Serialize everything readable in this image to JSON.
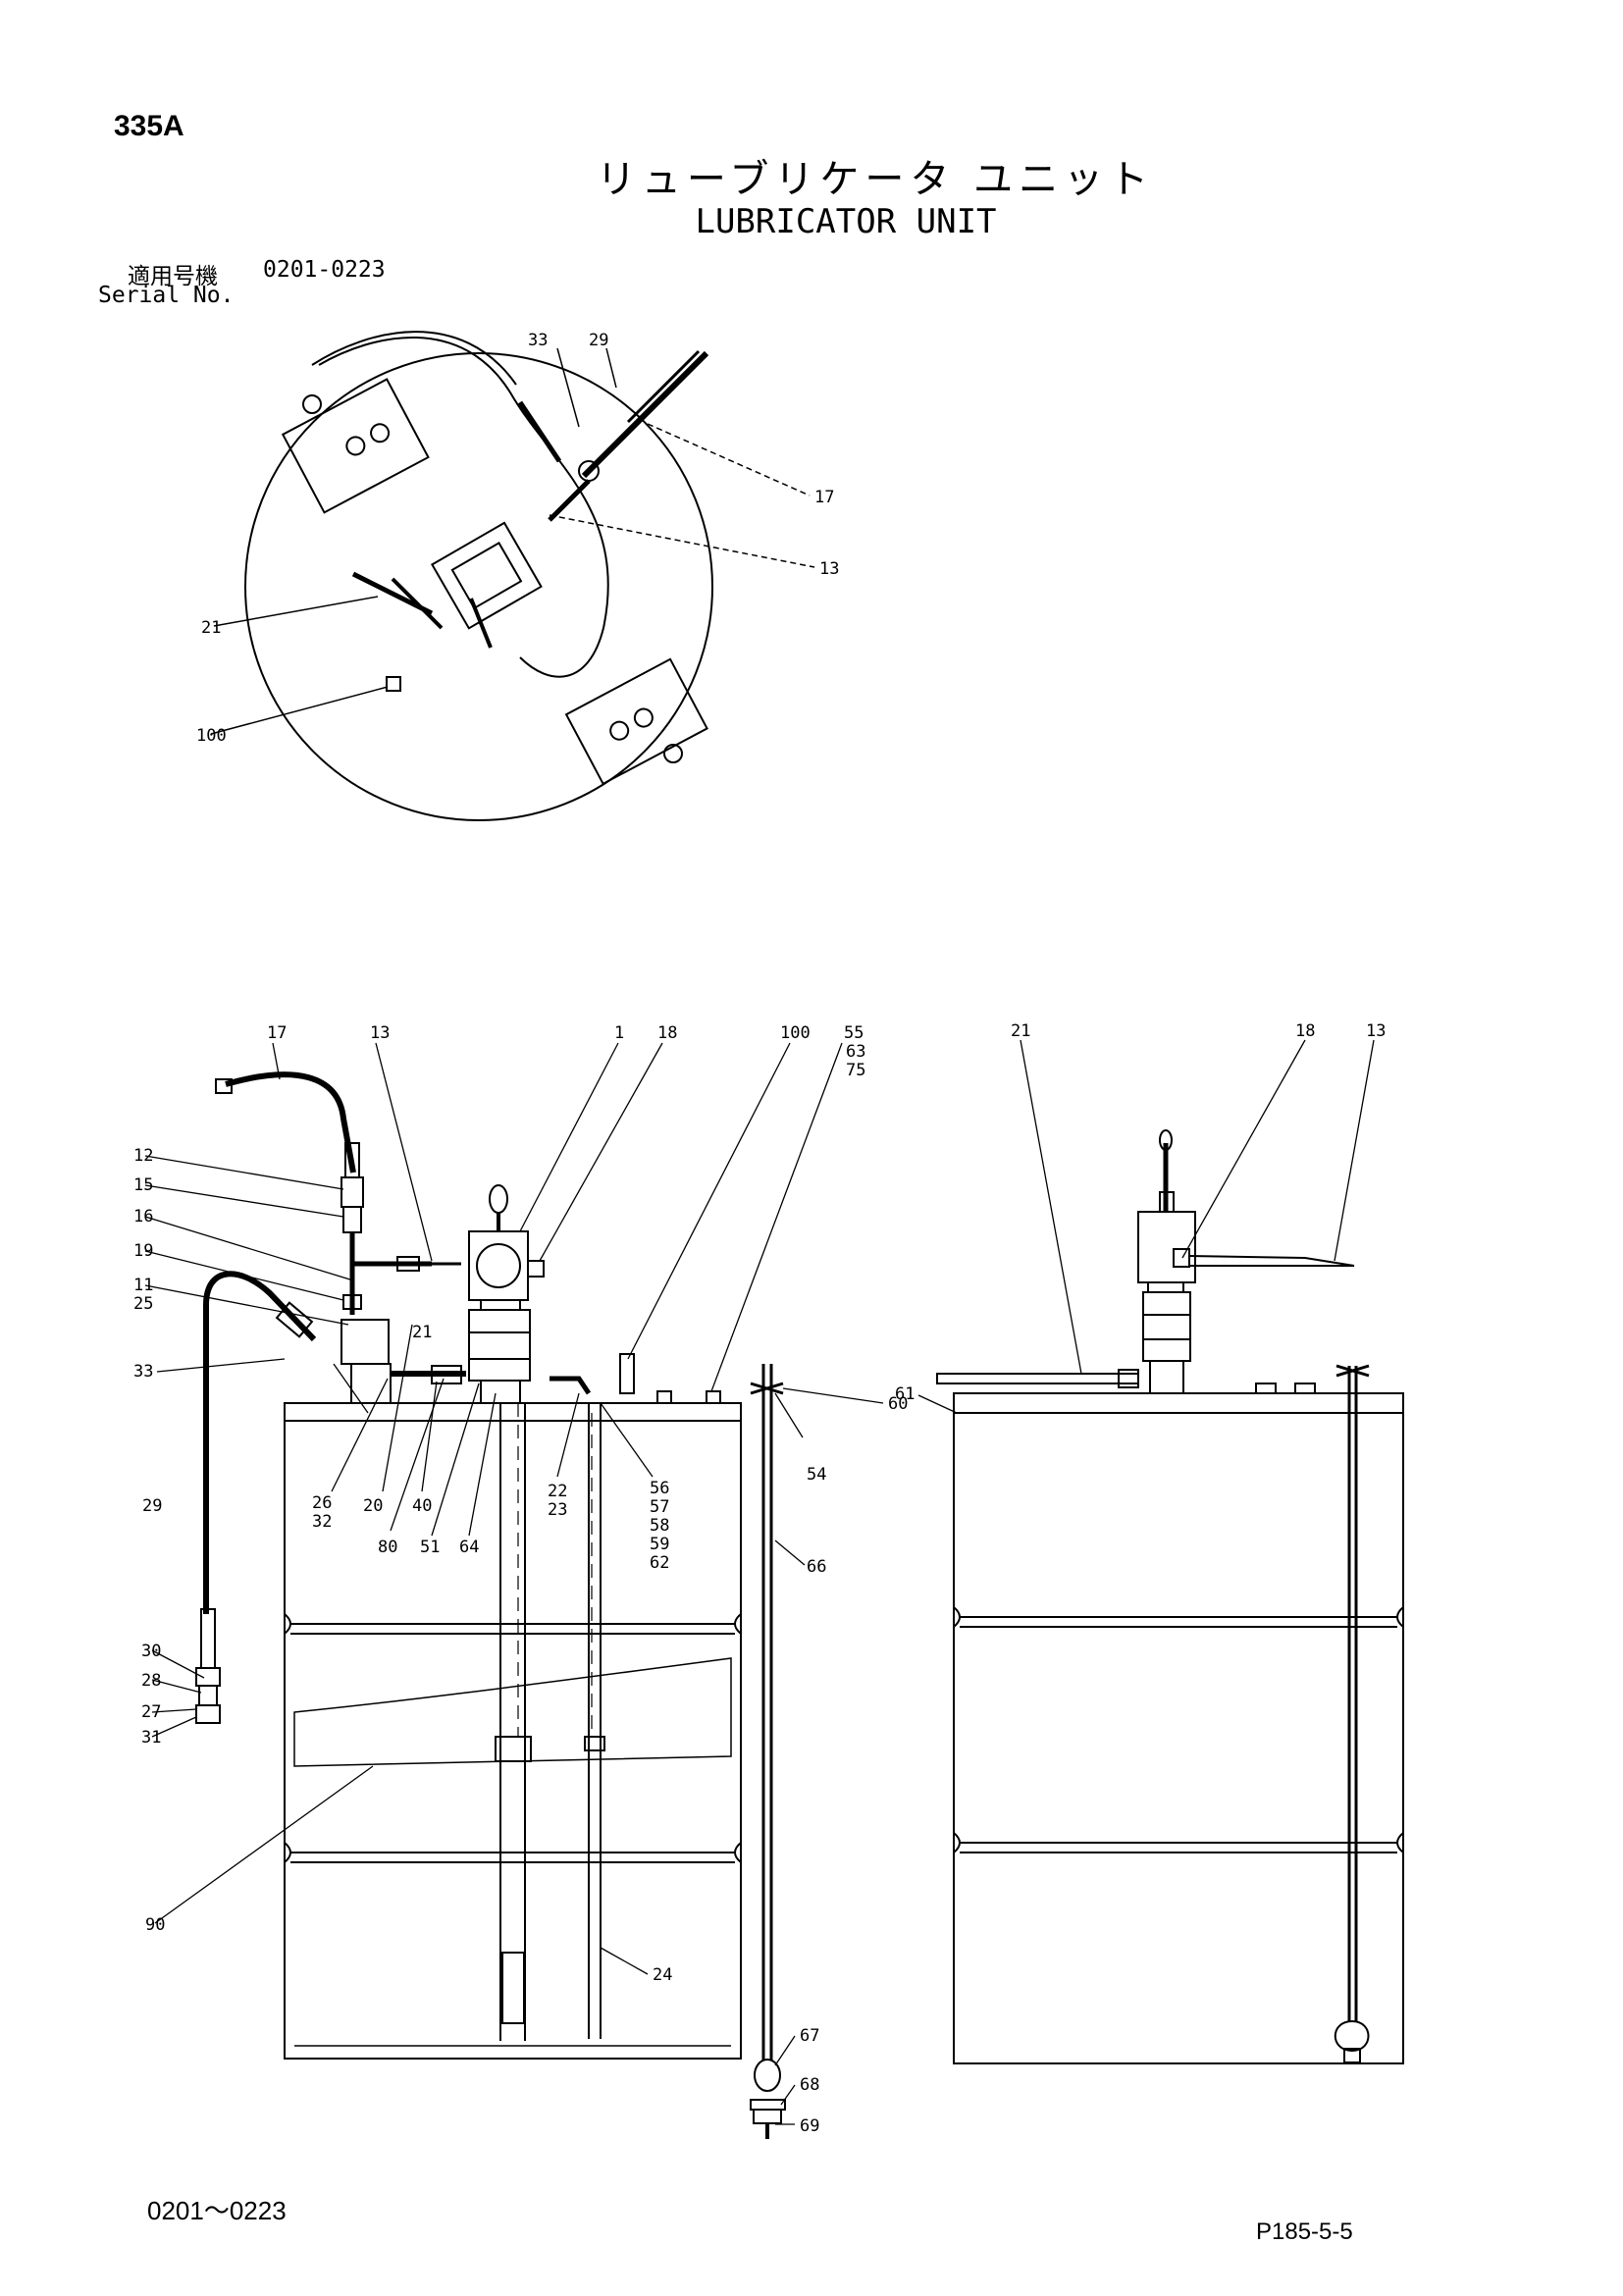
{
  "header": {
    "page_code": "335A",
    "title_jp": "リューブリケータ ユニット",
    "title_en": "LUBRICATOR UNIT",
    "serial_label_jp": "適用号機",
    "serial_range": "0201-0223",
    "serial_label_en": "Serial No."
  },
  "callouts": {
    "c1": "1",
    "c11": "11",
    "c12": "12",
    "c13": "13",
    "c15": "15",
    "c16": "16",
    "c17": "17",
    "c18": "18",
    "c19": "19",
    "c20": "20",
    "c21": "21",
    "c22": "22",
    "c23": "23",
    "c24": "24",
    "c25": "25",
    "c26": "26",
    "c27": "27",
    "c28": "28",
    "c29": "29",
    "c30": "30",
    "c31": "31",
    "c32": "32",
    "c33": "33",
    "c40": "40",
    "c51": "51",
    "c54": "54",
    "c55": "55",
    "c56": "56",
    "c57": "57",
    "c58": "58",
    "c59": "59",
    "c60": "60",
    "c61": "61",
    "c62": "62",
    "c63": "63",
    "c64": "64",
    "c66": "66",
    "c67": "67",
    "c68": "68",
    "c69": "69",
    "c75": "75",
    "c80": "80",
    "c90": "90",
    "c100": "100"
  },
  "footer": {
    "serial_range": "0201～0223",
    "page_ref": "P185-5-5"
  }
}
